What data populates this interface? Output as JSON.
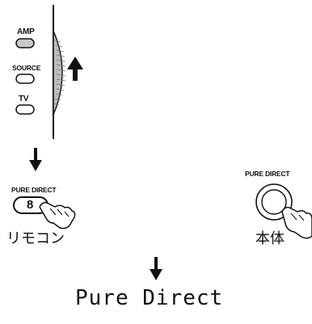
{
  "remote_buttons": {
    "amp_label": "AMP",
    "source_label": "SOURCE",
    "tv_label": "TV"
  },
  "remote_key": {
    "caption": "PURE DIRECT",
    "number": "8",
    "device_label": "リモコン"
  },
  "front_panel_key": {
    "caption": "PURE DIRECT",
    "device_label": "本体"
  },
  "display_text": "Pure Direct",
  "icons": [
    "up-arrow-icon",
    "down-arrow-icon",
    "pointing-hand-icon",
    "knob-icon"
  ]
}
